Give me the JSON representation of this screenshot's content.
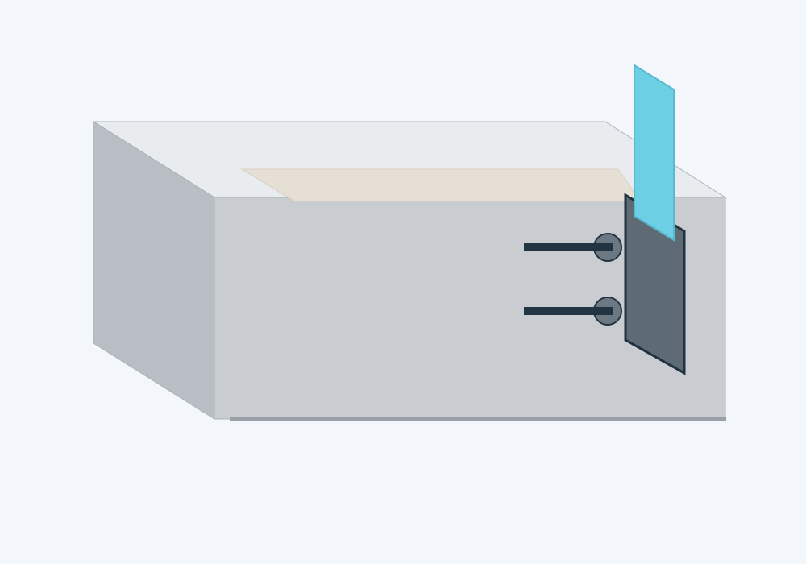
{
  "colors": {
    "background": "#f3f7fb",
    "box_top": "#e8ecef",
    "box_side": "#b8bec4",
    "box_front": "#c9cdd1",
    "box_outline": "#aab2b8",
    "box_base_shadow": "#99a1a8",
    "opening": "#e6dfd5",
    "bracket_fill": "#5f6b74",
    "bracket_stroke": "#20313f",
    "lever": "#223442",
    "knob_fill": "#6d7982",
    "knob_stroke": "#223442",
    "card": "#6ccfe4",
    "card_edge": "#58b9cf"
  },
  "components": {
    "box": "box-body",
    "opening": "top-opening",
    "bracket": "side-bracket",
    "levers": [
      "upper-lever",
      "lower-lever"
    ],
    "knobs": [
      "upper-knob",
      "lower-knob"
    ],
    "card": "inserted-card"
  }
}
